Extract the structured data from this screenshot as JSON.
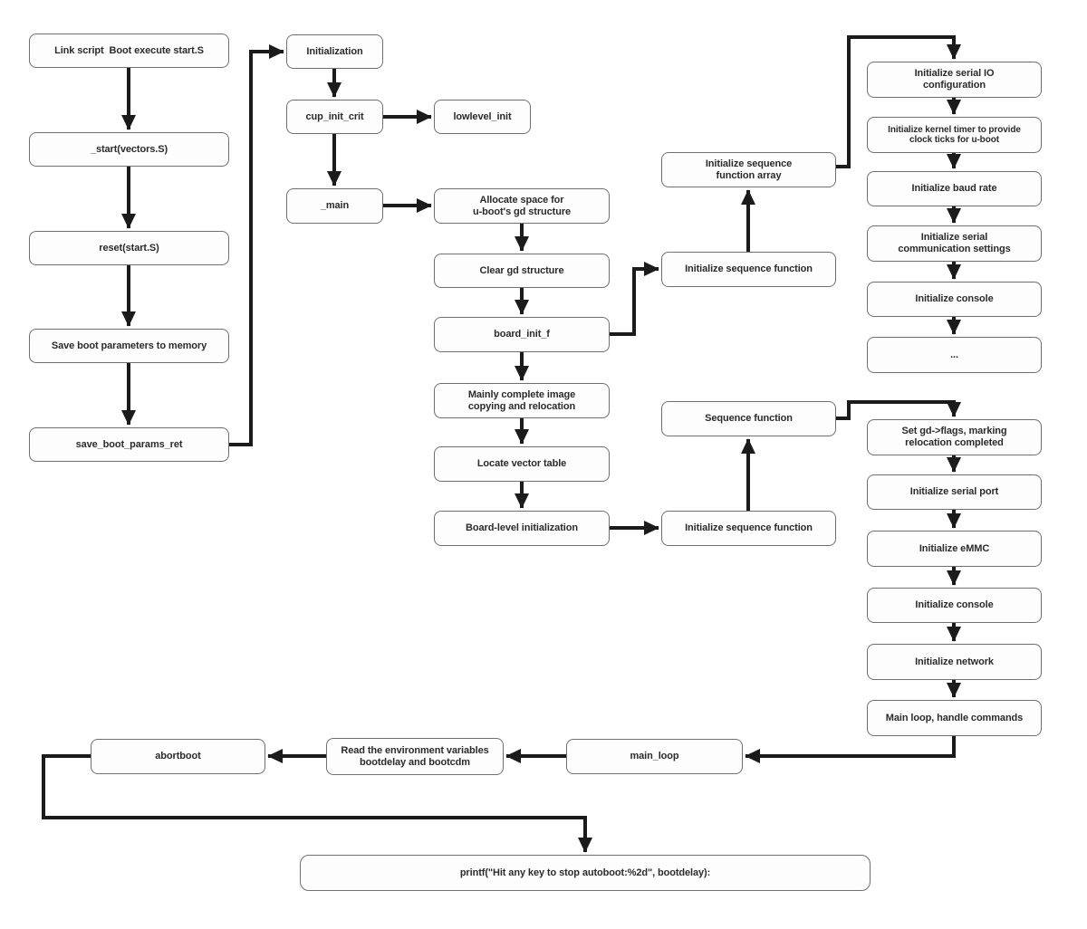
{
  "colors": {
    "background": "#ffffff",
    "border": "#6f6f6f",
    "text": "#2b2b2b",
    "arrow": "#1b1b1b",
    "node_fill": "#fdfdfd"
  },
  "diagram": {
    "description": "U-Boot boot sequence flowchart",
    "nodes": {
      "link_script": {
        "label": "Link script  Boot execute start.S"
      },
      "start_vectors": {
        "label": "_start(vectors.S)"
      },
      "reset_start": {
        "label": "reset(start.S)"
      },
      "save_boot_params": {
        "label": "Save boot parameters to memory"
      },
      "save_boot_params_ret": {
        "label": "save_boot_params_ret"
      },
      "initialization": {
        "label": "Initialization"
      },
      "cup_init_crit": {
        "label": "cup_init_crit"
      },
      "lowlevel_init": {
        "label": "lowlevel_init"
      },
      "main": {
        "label": "_main"
      },
      "allocate_space": {
        "label": "Allocate space for\nu-boot's gd structure"
      },
      "clear_gd": {
        "label": "Clear gd structure"
      },
      "board_init_f": {
        "label": "board_init_f"
      },
      "image_copy": {
        "label": "Mainly complete image\ncopying and relocation"
      },
      "locate_vector": {
        "label": "Locate vector table"
      },
      "board_level_init": {
        "label": "Board-level initialization"
      },
      "init_seq_array": {
        "label": "Initialize sequence\nfunction array"
      },
      "init_seq_func_top": {
        "label": "Initialize sequence function"
      },
      "sequence_func": {
        "label": "Sequence function"
      },
      "init_seq_func_bottom": {
        "label": "Initialize sequence function"
      },
      "init_serial_io": {
        "label": "Initialize serial IO\nconfiguration"
      },
      "init_kernel_timer": {
        "label": "Initialize kernel timer to provide\nclock ticks for u-boot"
      },
      "init_baud_rate": {
        "label": "Initialize baud rate"
      },
      "init_serial_comm": {
        "label": "Initialize serial\ncommunication settings"
      },
      "init_console_top": {
        "label": "Initialize console"
      },
      "ellipsis": {
        "label": "..."
      },
      "set_gd_flags": {
        "label": "Set gd->flags, marking\nrelocation completed"
      },
      "init_serial_port": {
        "label": "Initialize serial port"
      },
      "init_emmc": {
        "label": "Initialize eMMC"
      },
      "init_console_bottom": {
        "label": "Initialize console"
      },
      "init_network": {
        "label": "Initialize network"
      },
      "main_loop_commands": {
        "label": "Main loop, handle commands"
      },
      "abortboot": {
        "label": "abortboot"
      },
      "read_env_vars": {
        "label": "Read the environment variables\nbootdelay and bootcdm"
      },
      "main_loop": {
        "label": "main_loop"
      },
      "printf_autoboot": {
        "label": "printf(\"Hit any key to stop autoboot:%2d\", bootdelay):"
      }
    },
    "edges": [
      {
        "from": "link_script",
        "to": "start_vectors"
      },
      {
        "from": "start_vectors",
        "to": "reset_start"
      },
      {
        "from": "reset_start",
        "to": "save_boot_params"
      },
      {
        "from": "save_boot_params",
        "to": "save_boot_params_ret"
      },
      {
        "from": "save_boot_params_ret",
        "to": "initialization"
      },
      {
        "from": "initialization",
        "to": "cup_init_crit"
      },
      {
        "from": "cup_init_crit",
        "to": "lowlevel_init"
      },
      {
        "from": "cup_init_crit",
        "to": "main"
      },
      {
        "from": "main",
        "to": "allocate_space"
      },
      {
        "from": "allocate_space",
        "to": "clear_gd"
      },
      {
        "from": "clear_gd",
        "to": "board_init_f"
      },
      {
        "from": "board_init_f",
        "to": "image_copy"
      },
      {
        "from": "board_init_f",
        "to": "init_seq_func_top"
      },
      {
        "from": "init_seq_func_top",
        "to": "init_seq_array"
      },
      {
        "from": "init_seq_array",
        "to": "init_serial_io"
      },
      {
        "from": "init_serial_io",
        "to": "init_kernel_timer"
      },
      {
        "from": "init_kernel_timer",
        "to": "init_baud_rate"
      },
      {
        "from": "init_baud_rate",
        "to": "init_serial_comm"
      },
      {
        "from": "init_serial_comm",
        "to": "init_console_top"
      },
      {
        "from": "init_console_top",
        "to": "ellipsis"
      },
      {
        "from": "image_copy",
        "to": "locate_vector"
      },
      {
        "from": "locate_vector",
        "to": "board_level_init"
      },
      {
        "from": "board_level_init",
        "to": "init_seq_func_bottom"
      },
      {
        "from": "init_seq_func_bottom",
        "to": "sequence_func"
      },
      {
        "from": "sequence_func",
        "to": "set_gd_flags"
      },
      {
        "from": "set_gd_flags",
        "to": "init_serial_port"
      },
      {
        "from": "init_serial_port",
        "to": "init_emmc"
      },
      {
        "from": "init_emmc",
        "to": "init_console_bottom"
      },
      {
        "from": "init_console_bottom",
        "to": "init_network"
      },
      {
        "from": "init_network",
        "to": "main_loop_commands"
      },
      {
        "from": "main_loop_commands",
        "to": "main_loop"
      },
      {
        "from": "main_loop",
        "to": "read_env_vars"
      },
      {
        "from": "read_env_vars",
        "to": "abortboot"
      },
      {
        "from": "abortboot",
        "to": "printf_autoboot"
      }
    ]
  }
}
